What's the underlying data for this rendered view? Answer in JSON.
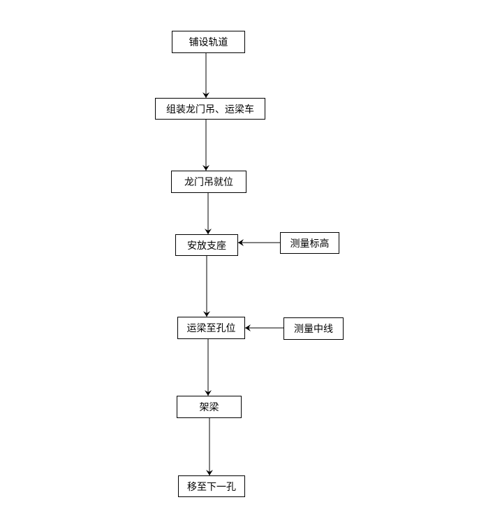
{
  "flowchart": {
    "steps": [
      "铺设轨道",
      "组装龙门吊、运梁车",
      "龙门吊就位",
      "安放支座",
      "运梁至孔位",
      "架梁",
      "移至下一孔"
    ],
    "inputs": [
      {
        "label": "测量标高",
        "target_step": "安放支座"
      },
      {
        "label": "测量中线",
        "target_step": "运梁至孔位"
      }
    ]
  },
  "colors": {
    "line": "#000000",
    "box_border": "#000000",
    "background": "#ffffff"
  }
}
